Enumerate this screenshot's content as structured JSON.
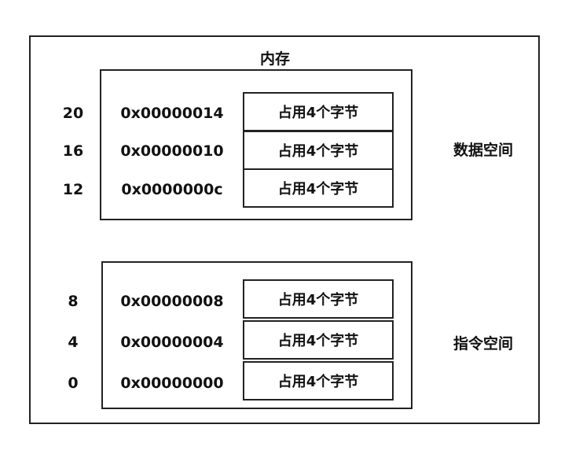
{
  "title": "内存",
  "data_space": {
    "label": "数据空间",
    "rows": [
      {
        "offset": "20",
        "address": "0x00000014",
        "cell": "占用4个字节"
      },
      {
        "offset": "16",
        "address": "0x00000010",
        "cell": "占用4个字节"
      },
      {
        "offset": "12",
        "address": "0x0000000c",
        "cell": "占用4个字节"
      }
    ]
  },
  "instruction_space": {
    "label": "指令空间",
    "rows": [
      {
        "offset": "8",
        "address": "0x00000008",
        "cell": "占用4个字节"
      },
      {
        "offset": "4",
        "address": "0x00000004",
        "cell": "占用4个字节"
      },
      {
        "offset": "0",
        "address": "0x00000000",
        "cell": "占用4个字节"
      }
    ]
  }
}
